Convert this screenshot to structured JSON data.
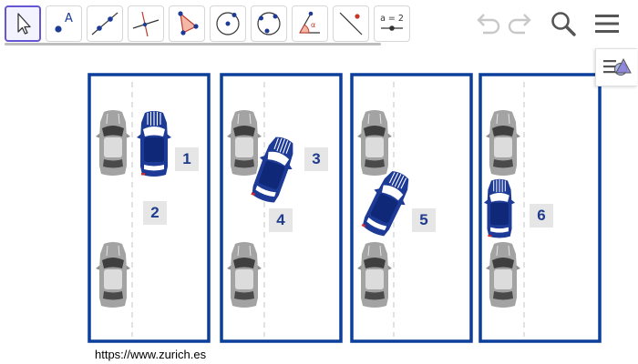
{
  "toolbar": {
    "tools": [
      {
        "name": "move-tool",
        "icon": "cursor-arrow-icon"
      },
      {
        "name": "point-tool",
        "icon": "point-A-icon",
        "label": "A"
      },
      {
        "name": "line-tool",
        "icon": "line-through-points-icon"
      },
      {
        "name": "perpendicular-tool",
        "icon": "perpendicular-line-icon"
      },
      {
        "name": "polygon-tool",
        "icon": "triangle-polygon-icon"
      },
      {
        "name": "circle-center-tool",
        "icon": "circle-center-point-icon"
      },
      {
        "name": "circle-three-points-tool",
        "icon": "circle-three-points-icon"
      },
      {
        "name": "angle-tool",
        "icon": "angle-icon"
      },
      {
        "name": "reflect-tool",
        "icon": "reflect-about-line-icon"
      },
      {
        "name": "slider-tool",
        "icon": "slider-icon",
        "label": "a = 2"
      }
    ],
    "controls": [
      "undo-icon",
      "redo-icon",
      "search-icon",
      "menu-icon"
    ]
  },
  "algebra_toggle": {
    "icon": "algebra-view-icon"
  },
  "spaces": [
    {
      "label": "1"
    },
    {
      "label": "2"
    },
    {
      "label": "3"
    },
    {
      "label": "4"
    },
    {
      "label": "5"
    },
    {
      "label": "6"
    }
  ],
  "footer": {
    "url": "https://www.zurich.es"
  },
  "colors": {
    "frame": "#0b3f9b",
    "car_blue": "#1c3a96",
    "car_gray": "#9b9b9b",
    "label_bg": "#e6e6e6",
    "label_text": "#1f3c8c"
  }
}
